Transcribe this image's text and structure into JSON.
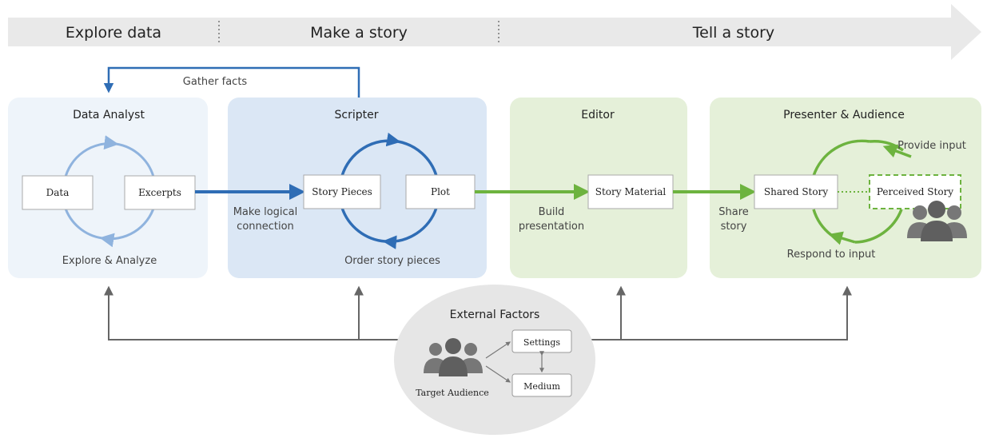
{
  "phases": {
    "explore": "Explore data",
    "make": "Make a story",
    "tell": "Tell a story"
  },
  "gather_facts": "Gather facts",
  "panels": {
    "analyst": {
      "title": "Data Analyst",
      "box_data": "Data",
      "box_excerpts": "Excerpts",
      "caption": "Explore & Analyze"
    },
    "scripter": {
      "title": "Scripter",
      "box_story_pieces": "Story Pieces",
      "box_plot": "Plot",
      "caption": "Order story pieces"
    },
    "editor": {
      "title": "Editor",
      "box_story_material": "Story Material"
    },
    "presenter": {
      "title": "Presenter & Audience",
      "box_shared_story": "Shared Story",
      "box_perceived_story": "Perceived Story",
      "provide_input": "Provide input",
      "respond_input": "Respond to input"
    }
  },
  "connectors": {
    "make_logical": [
      "Make logical",
      "connection"
    ],
    "build_presentation": [
      "Build",
      "presentation"
    ],
    "share_story": [
      "Share",
      "story"
    ]
  },
  "external": {
    "title": "External Factors",
    "settings": "Settings",
    "medium": "Medium",
    "target_audience": "Target Audience"
  },
  "colors": {
    "phase_band": "#e9e9e9",
    "blue_light_panel": "#eef4fa",
    "blue_panel": "#dbe7f5",
    "green_panel": "#e5f0d9",
    "blue_arrow": "#2f6db5",
    "light_blue_arrow": "#8fb3de",
    "green_arrow": "#6db33f",
    "gray_line": "#666666"
  }
}
